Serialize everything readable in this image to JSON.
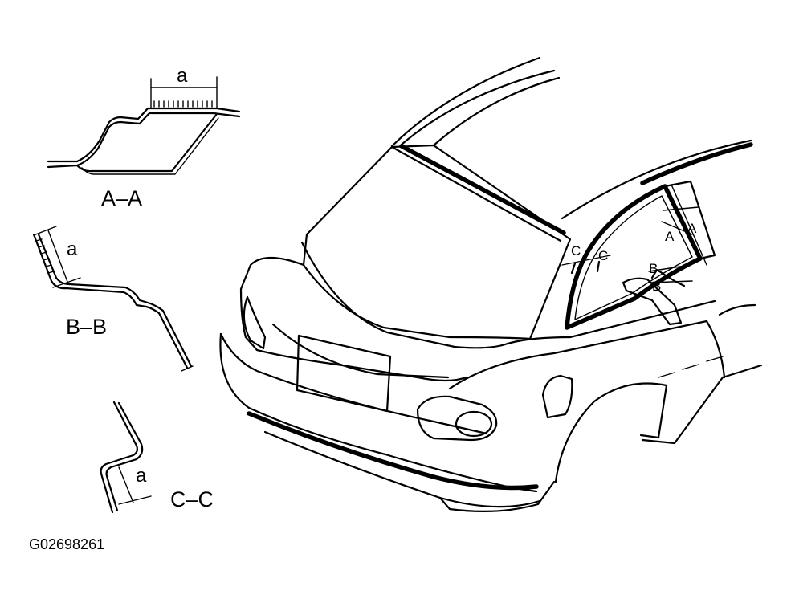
{
  "sections": {
    "aa": {
      "title": "A–A",
      "dim": "a"
    },
    "bb": {
      "title": "B–B",
      "dim": "a"
    },
    "cc": {
      "title": "C–C",
      "dim": "a"
    }
  },
  "car_markers": {
    "c_left": "C",
    "c_right": "C",
    "a_top": "A",
    "a_bottom": "A",
    "b_top": "B",
    "b_bottom": "B"
  },
  "figure_id": "G02698261"
}
